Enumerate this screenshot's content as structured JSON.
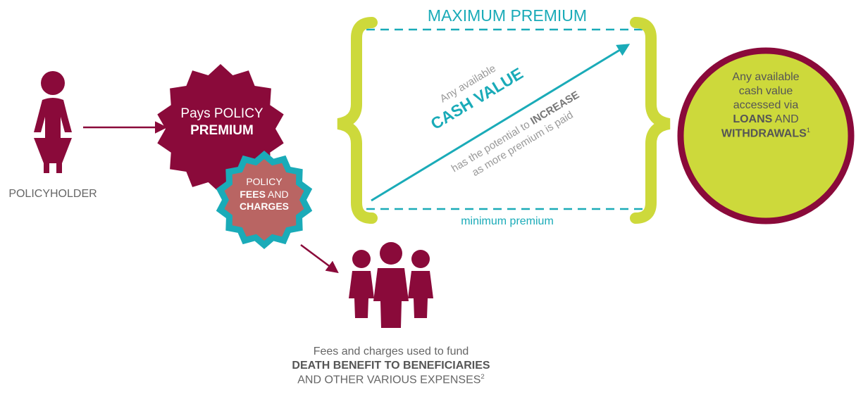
{
  "colors": {
    "maroon": "#8a0a3a",
    "teal": "#1aabb8",
    "lime": "#cdd93b",
    "salmon": "#b96563",
    "gray": "#666666",
    "white": "#ffffff"
  },
  "icons": {
    "policyholder": "person-icon",
    "beneficiaries": "group-of-people-icon"
  },
  "policyholder": {
    "label": "POLICYHOLDER"
  },
  "premium_seal": {
    "line1": "Pays POLICY",
    "line2": "PREMIUM"
  },
  "fees_seal": {
    "line1": "POLICY",
    "line2_bold": "FEES",
    "line2_rest": " AND",
    "line3": "CHARGES"
  },
  "bracket": {
    "max_label": "MAXIMUM PREMIUM",
    "min_label": "minimum premium"
  },
  "cash_value": {
    "any_available": "Any available",
    "title": "CASH VALUE",
    "line1_prefix": "has the potential to ",
    "line1_bold": "INCREASE",
    "line2": "as more premium is paid"
  },
  "circle": {
    "line1": "Any available",
    "line2": "cash value",
    "line3": "accessed via",
    "line4_bold": "LOANS",
    "line4_rest": " AND",
    "line5_bold": "WITHDRAWALS",
    "line5_sup": "1"
  },
  "beneficiaries": {
    "line1": "Fees and charges used to fund",
    "line2": "DEATH BENEFIT TO BENEFICIARIES",
    "line3": "AND OTHER VARIOUS EXPENSES",
    "line3_sup": "2"
  }
}
